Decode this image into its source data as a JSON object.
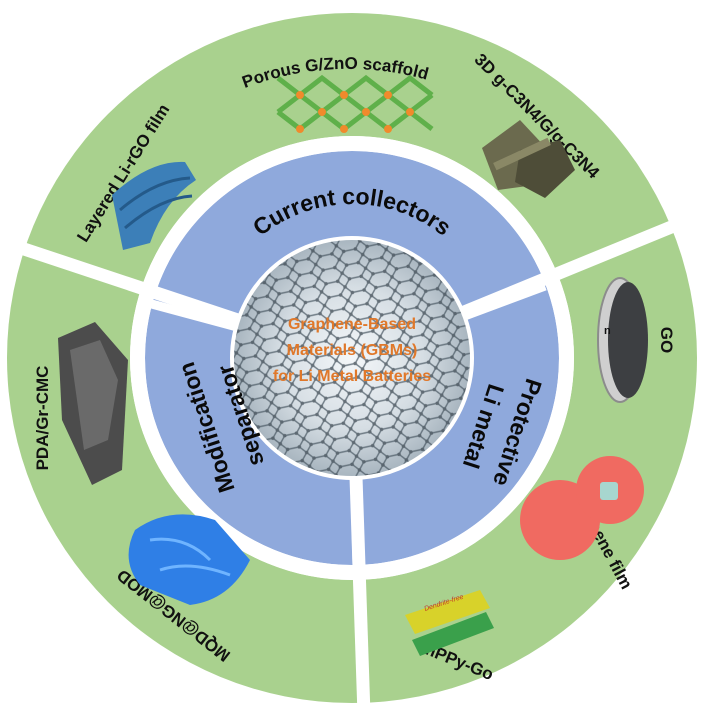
{
  "center": {
    "lines": [
      "Graphene-Based",
      "Materials (GBMs)",
      "for Li Metal Batteries"
    ]
  },
  "sections": {
    "current_collectors": "Current collectors",
    "separator_line1": "Modification",
    "separator_line2": "separator",
    "protective_line1": "Protective",
    "protective_line2": "Li metal"
  },
  "outer_labels": {
    "porous_g_zno": "Porous G/ZnO scaffold",
    "g_c3n4": "3D g-C3N4/G/g-C3N4",
    "layered_li_rgo": "Layered Li-rGO film",
    "go": "GO",
    "graphene_film": "Graphene film",
    "mppy_go": "mPPy-Go",
    "mqd_ng_mqd": "MQD@NG@MQD",
    "pda_gr_cmc": "PDA/Gr-CMC"
  },
  "annotations": {
    "dendrite_free": "Dendrite-free"
  },
  "colors": {
    "outer_ring": "#a9d18e",
    "inner_ring": "#8fa9dc",
    "gap": "#ffffff",
    "center_label": "#e0782a"
  }
}
